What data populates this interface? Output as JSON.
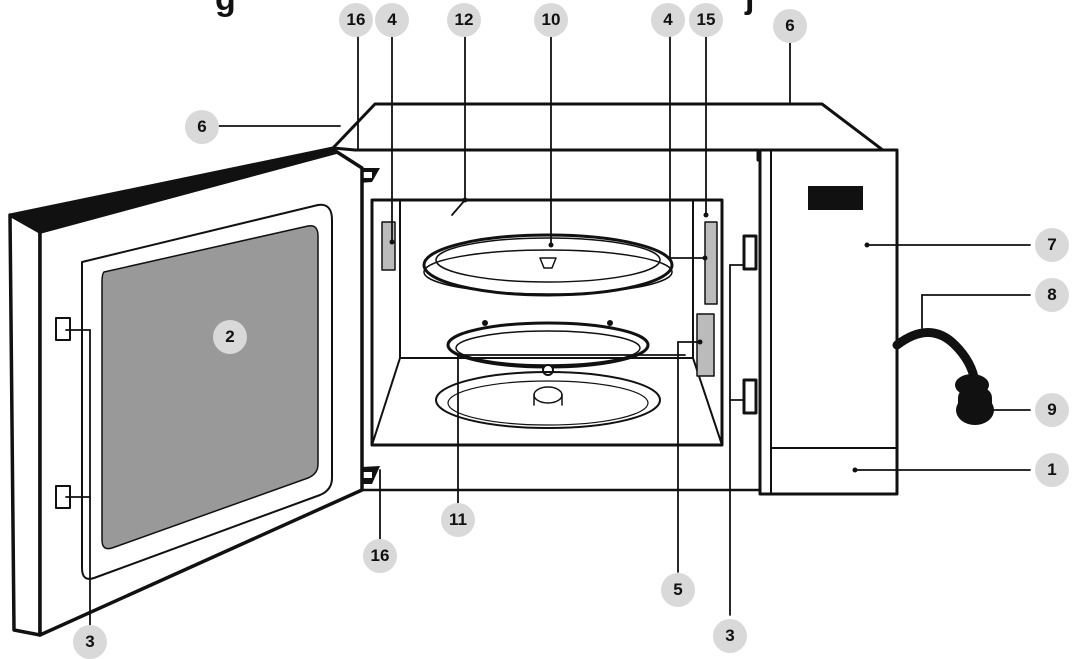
{
  "title_fragment": "g",
  "title_tail_fragment": "j",
  "callouts": {
    "door_hinge_top": "16",
    "latch_hole_left": "4",
    "waveguide_cover": "12",
    "glass_tray": "10",
    "latch_hole_right": "4",
    "light": "15",
    "ventilation_top": "6",
    "ventilation_left": "6",
    "control_panel": "7",
    "power_cord": "8",
    "plug": "9",
    "window": "2",
    "roller_ring": "11",
    "door_hinge_bottom": "16",
    "safety_interlock": "5",
    "door_latch_left": "3",
    "door_latch_right": "3",
    "cabinet_base": "1"
  }
}
